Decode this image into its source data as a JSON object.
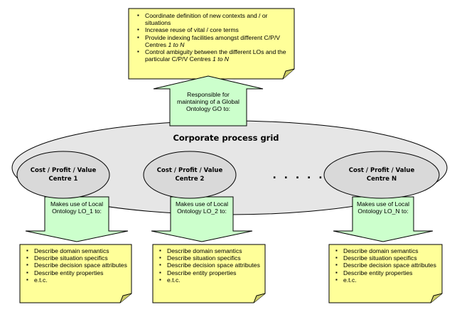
{
  "top_note": {
    "items": [
      [
        "Coordinate definition of new contexts and / or situations"
      ],
      [
        "Increase reuse of vital / core terms"
      ],
      [
        "Provide indexing facilities amongst different C/P/V Centres ",
        {
          "i": "1 to N"
        }
      ],
      [
        "Control ambiguity between the different LOs and the particular C/P/V Centres ",
        {
          "i": "1 to N"
        }
      ]
    ]
  },
  "global_arrow": {
    "text": "Responsible for maintaining of a Global Ontology GO to:"
  },
  "grid": {
    "title": "Corporate process grid"
  },
  "centres": [
    {
      "line1": "Cost / Profit / Value",
      "line2": "Centre 1"
    },
    {
      "line1": "Cost / Profit / Value",
      "line2": "Centre 2"
    },
    {
      "line1": "Cost / Profit / Value",
      "line2": "Centre N"
    }
  ],
  "ellipsis": ". . . . .",
  "local_arrows": [
    {
      "text": "Makes use of Local Ontology LO_1 to:"
    },
    {
      "text": "Makes use of Local Ontology LO_2 to:"
    },
    {
      "text": "Makes use of Local Ontology LO_N to:"
    }
  ],
  "bottom_notes": [
    {
      "items": [
        "Describe domain semantics",
        "Describe situation specifics",
        "Describe decision space attributes",
        "Describe entity properties",
        "e.t.c."
      ]
    },
    {
      "items": [
        "Describe domain semantics",
        "Describe situation specifics",
        "Describe decision space attributes",
        "Describe entity properties",
        "e.t.c."
      ]
    },
    {
      "items": [
        "Describe domain semantics",
        "Describe situation specifics",
        "Describe decision space attributes",
        "Describe entity properties",
        "e.t.c."
      ]
    }
  ],
  "colors": {
    "note_fill": "#ffff99",
    "arrow_fill": "#ccffcc",
    "ellipse_fill": "#e6e6e6",
    "stroke": "#000000"
  }
}
